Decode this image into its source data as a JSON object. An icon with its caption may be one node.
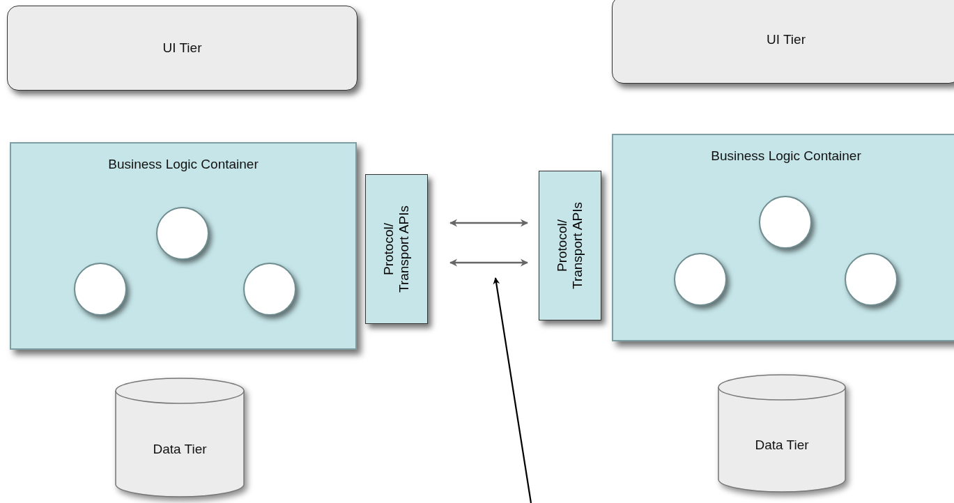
{
  "diagram": {
    "nodes": [
      {
        "text": [
          "UI Tier"
        ]
      },
      {
        "text": [
          "UI Tier"
        ]
      },
      {
        "text": [
          "Business Logic Container"
        ]
      },
      {
        "text": [],
        "shape": "circle",
        "in": 2
      },
      {
        "text": [],
        "shape": "circle",
        "in": 2
      },
      {
        "text": [],
        "shape": "circle",
        "in": 2
      },
      {
        "text": [
          "Protocol/ Transport APIs"
        ]
      },
      {
        "text": [
          "Protocol/ Transport APIs"
        ]
      },
      {
        "text": [
          "Business Logic Container"
        ]
      },
      {
        "text": [],
        "shape": "circle",
        "in": 8
      },
      {
        "text": [],
        "shape": "circle",
        "in": 8
      },
      {
        "text": [],
        "shape": "circle",
        "in": 8
      },
      {
        "text": [
          "Data Tier"
        ]
      },
      {
        "text": [
          "Data Tier"
        ]
      }
    ],
    "edges": [
      {
        "from": 6,
        "to": 7,
        "arrow": "both"
      },
      {
        "from": 6,
        "to": 7,
        "arrow": "both"
      }
    ]
  }
}
